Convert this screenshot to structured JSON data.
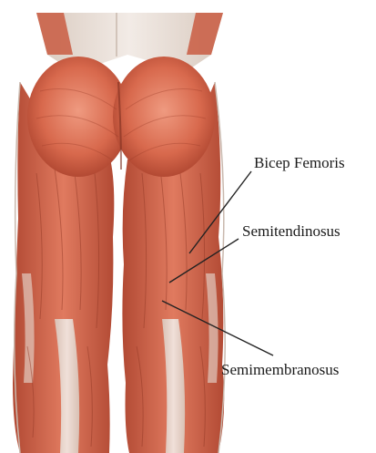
{
  "labels": {
    "bicep_femoris": "Bicep Femoris",
    "semitendinosus": "Semitendinosus",
    "semimembranosus": "Semimembranosus"
  },
  "colors": {
    "background": "#ffffff",
    "muscle": "#d2644a",
    "muscle_dark": "#a8432f",
    "muscle_light": "#e8957c",
    "tendon": "#e8ddd6",
    "skin_outline": "#c9b8ad",
    "leader_line": "#222222"
  }
}
